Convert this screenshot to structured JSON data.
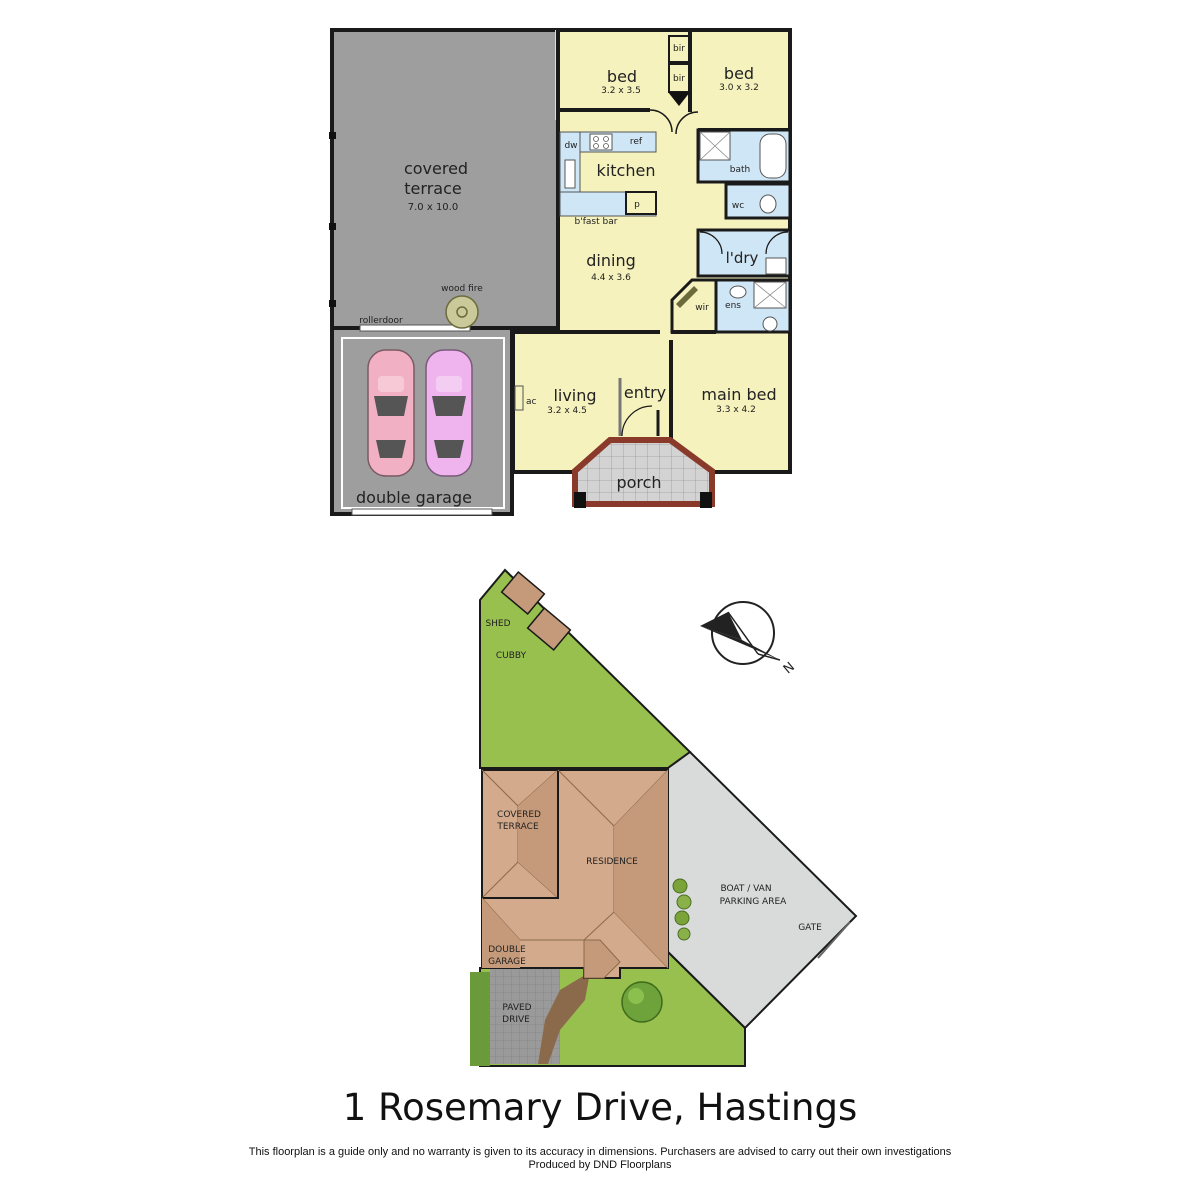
{
  "floor_plan": {
    "rooms": {
      "covered_terrace": {
        "name_line1": "covered",
        "name_line2": "terrace",
        "dims": "7.0 x 10.0"
      },
      "bed_left": {
        "name": "bed",
        "dims": "3.2 x 3.5"
      },
      "bed_right": {
        "name": "bed",
        "dims": "3.0 x 3.2"
      },
      "bir_top": "bir",
      "bir_bottom": "bir",
      "kitchen": {
        "name": "kitchen"
      },
      "dw": "dw",
      "ref": "ref",
      "pantry": "p",
      "bfast_bar": "b'fast bar",
      "bath": "bath",
      "wc": "wc",
      "laundry": "l'dry",
      "dining": {
        "name": "dining",
        "dims": "4.4 x 3.6"
      },
      "wood_fire": "wood fire",
      "rollerdoor": "rollerdoor",
      "wir": "wir",
      "ens": "ens",
      "living": {
        "name": "living",
        "dims": "3.2 x 4.5"
      },
      "ac": "ac",
      "entry": "entry",
      "main_bed": {
        "name": "main bed",
        "dims": "3.3 x 4.2"
      },
      "porch": "porch",
      "double_garage": "double garage"
    }
  },
  "site_plan": {
    "shed": "SHED",
    "cubby": "CUBBY",
    "covered_terrace_line1": "COVERED",
    "covered_terrace_line2": "TERRACE",
    "residence": "RESIDENCE",
    "boat_line1": "BOAT  / VAN",
    "boat_line2": "PARKING AREA",
    "gate": "GATE",
    "garage_line1": "DOUBLE",
    "garage_line2": "GARAGE",
    "paved_line1": "PAVED",
    "paved_line2": "DRIVE",
    "compass_letter": "N"
  },
  "colors": {
    "room_fill": "#f5f2bd",
    "terrace_fill": "#9e9e9e",
    "wet_fill": "#cfe6f6",
    "lawn": "#97c04e",
    "roof": "#d4aa8c",
    "parking": "#d9dbdb"
  },
  "address": "1 Rosemary Drive, Hastings",
  "disclaimer_line1": "This floorplan is a guide only and no warranty is given to  its accuracy in dimensions.  Purchasers are advised to carry out their own investigations",
  "disclaimer_line2": "Produced by DND Floorplans"
}
